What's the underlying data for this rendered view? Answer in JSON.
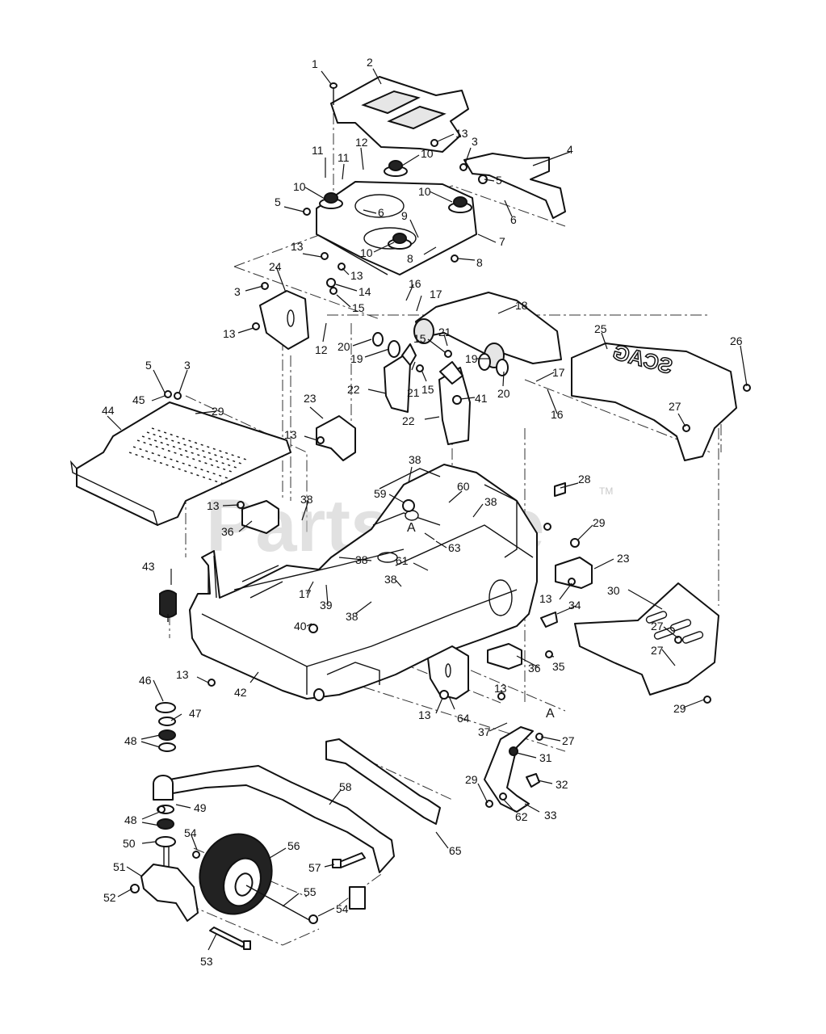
{
  "watermark": {
    "text": "PartsTree",
    "tm": "TM"
  },
  "brand_text": "SCAG",
  "section_marks": [
    "A",
    "A"
  ],
  "callouts": [
    {
      "n": "1"
    },
    {
      "n": "2"
    },
    {
      "n": "13"
    },
    {
      "n": "3"
    },
    {
      "n": "4"
    },
    {
      "n": "11"
    },
    {
      "n": "11"
    },
    {
      "n": "12"
    },
    {
      "n": "10"
    },
    {
      "n": "5"
    },
    {
      "n": "10"
    },
    {
      "n": "5"
    },
    {
      "n": "10"
    },
    {
      "n": "6"
    },
    {
      "n": "6"
    },
    {
      "n": "9"
    },
    {
      "n": "7"
    },
    {
      "n": "13"
    },
    {
      "n": "10"
    },
    {
      "n": "8"
    },
    {
      "n": "8"
    },
    {
      "n": "13"
    },
    {
      "n": "24"
    },
    {
      "n": "14"
    },
    {
      "n": "3"
    },
    {
      "n": "16"
    },
    {
      "n": "17"
    },
    {
      "n": "15"
    },
    {
      "n": "18"
    },
    {
      "n": "13"
    },
    {
      "n": "12"
    },
    {
      "n": "15"
    },
    {
      "n": "21"
    },
    {
      "n": "20"
    },
    {
      "n": "19"
    },
    {
      "n": "25"
    },
    {
      "n": "5"
    },
    {
      "n": "3"
    },
    {
      "n": "22"
    },
    {
      "n": "21"
    },
    {
      "n": "15"
    },
    {
      "n": "19"
    },
    {
      "n": "17"
    },
    {
      "n": "20"
    },
    {
      "n": "26"
    },
    {
      "n": "45"
    },
    {
      "n": "41"
    },
    {
      "n": "16"
    },
    {
      "n": "29"
    },
    {
      "n": "44"
    },
    {
      "n": "23"
    },
    {
      "n": "22"
    },
    {
      "n": "27"
    },
    {
      "n": "13"
    },
    {
      "n": "38"
    },
    {
      "n": "28"
    },
    {
      "n": "60"
    },
    {
      "n": "59"
    },
    {
      "n": "38"
    },
    {
      "n": "13"
    },
    {
      "n": "38"
    },
    {
      "n": "A"
    },
    {
      "n": "63"
    },
    {
      "n": "29"
    },
    {
      "n": "36"
    },
    {
      "n": "61"
    },
    {
      "n": "23"
    },
    {
      "n": "43"
    },
    {
      "n": "38"
    },
    {
      "n": "17"
    },
    {
      "n": "39"
    },
    {
      "n": "38"
    },
    {
      "n": "13"
    },
    {
      "n": "30"
    },
    {
      "n": "34"
    },
    {
      "n": "38"
    },
    {
      "n": "40"
    },
    {
      "n": "27"
    },
    {
      "n": "35"
    },
    {
      "n": "27"
    },
    {
      "n": "13"
    },
    {
      "n": "42"
    },
    {
      "n": "36"
    },
    {
      "n": "46"
    },
    {
      "n": "13"
    },
    {
      "n": "29"
    },
    {
      "n": "47"
    },
    {
      "n": "13"
    },
    {
      "n": "64"
    },
    {
      "n": "37"
    },
    {
      "n": "48"
    },
    {
      "n": "27"
    },
    {
      "n": "31"
    },
    {
      "n": "29"
    },
    {
      "n": "32"
    },
    {
      "n": "58"
    },
    {
      "n": "49"
    },
    {
      "n": "62"
    },
    {
      "n": "33"
    },
    {
      "n": "48"
    },
    {
      "n": "54"
    },
    {
      "n": "65"
    },
    {
      "n": "50"
    },
    {
      "n": "56"
    },
    {
      "n": "51"
    },
    {
      "n": "57"
    },
    {
      "n": "55"
    },
    {
      "n": "52"
    },
    {
      "n": "54"
    },
    {
      "n": "53"
    }
  ]
}
